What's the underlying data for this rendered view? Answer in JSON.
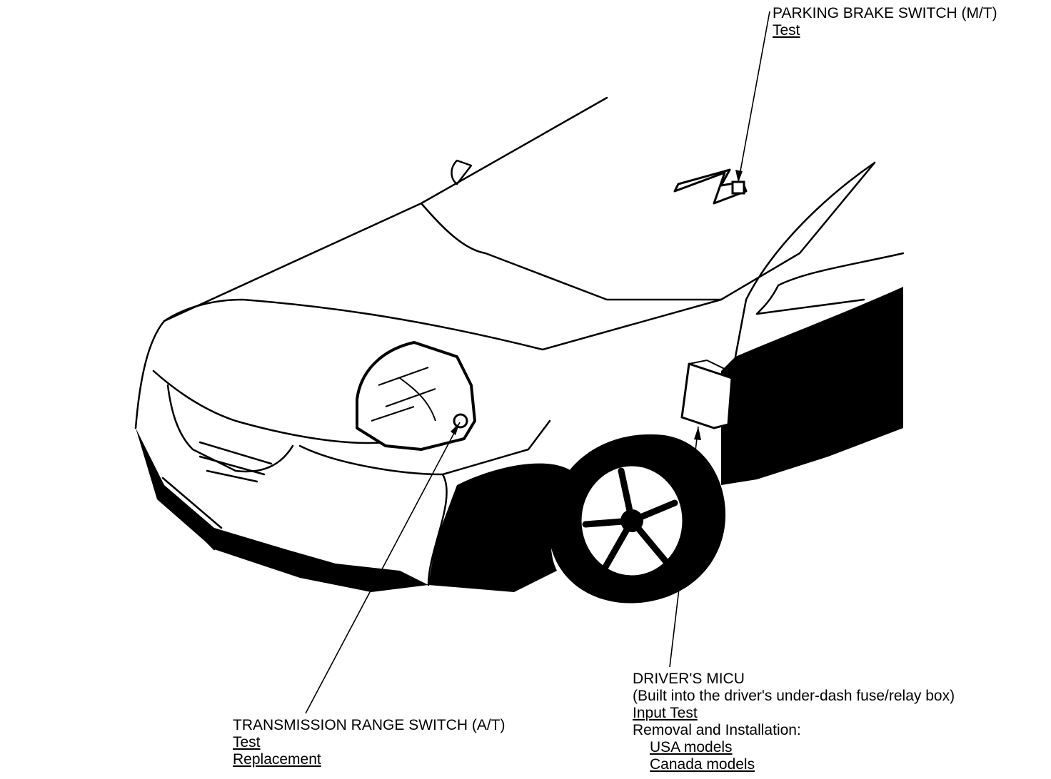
{
  "parking_brake_switch": {
    "title": "PARKING BRAKE SWITCH (M/T)",
    "links": [
      "Test"
    ]
  },
  "transmission_range_switch": {
    "title": "TRANSMISSION RANGE SWITCH (A/T)",
    "links": [
      "Test",
      "Replacement"
    ]
  },
  "drivers_micu": {
    "title": "DRIVER'S MICU",
    "subtitle": "(Built into the driver's under-dash fuse/relay box)",
    "input_test": "Input Test",
    "removal_label": "Removal and Installation:",
    "models": [
      "USA models",
      "Canada models"
    ]
  }
}
